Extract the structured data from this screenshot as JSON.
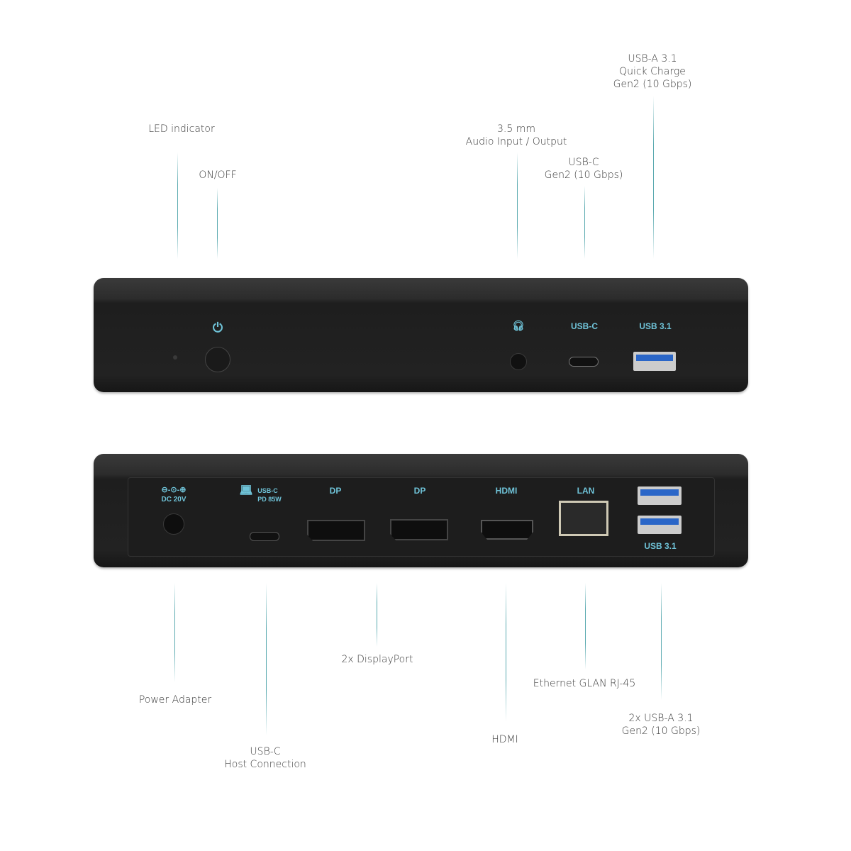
{
  "front_labels": {
    "led": "LED indicator",
    "onoff": "ON/OFF",
    "audio": [
      "3.5 mm",
      "Audio Input / Output"
    ],
    "usbc": [
      "USB-C",
      "Gen2 (10 Gbps)"
    ],
    "usba": [
      "USB-A 3.1",
      "Quick Charge",
      "Gen2 (10 Gbps)"
    ]
  },
  "back_labels": {
    "power": "Power Adapter",
    "host": [
      "USB-C",
      "Host Connection"
    ],
    "dp": "2x DisplayPort",
    "hdmi": "HDMI",
    "lan": "Ethernet GLAN RJ-45",
    "usba": [
      "2x USB-A 3.1",
      "Gen2 (10 Gbps)"
    ]
  },
  "front_panel": {
    "usbc": "USB-C",
    "usb31": "USB 3.1"
  },
  "back_panel": {
    "dc": "DC 20V",
    "usbc": "USB-C",
    "pd": "PD 85W",
    "dp1": "DP",
    "dp2": "DP",
    "hdmi": "HDMI",
    "lan": "LAN",
    "usb31": "USB 3.1"
  },
  "colors": {
    "accent_line": "#5aaab0",
    "port_label": "#6fc3d8",
    "device": "#222222"
  }
}
